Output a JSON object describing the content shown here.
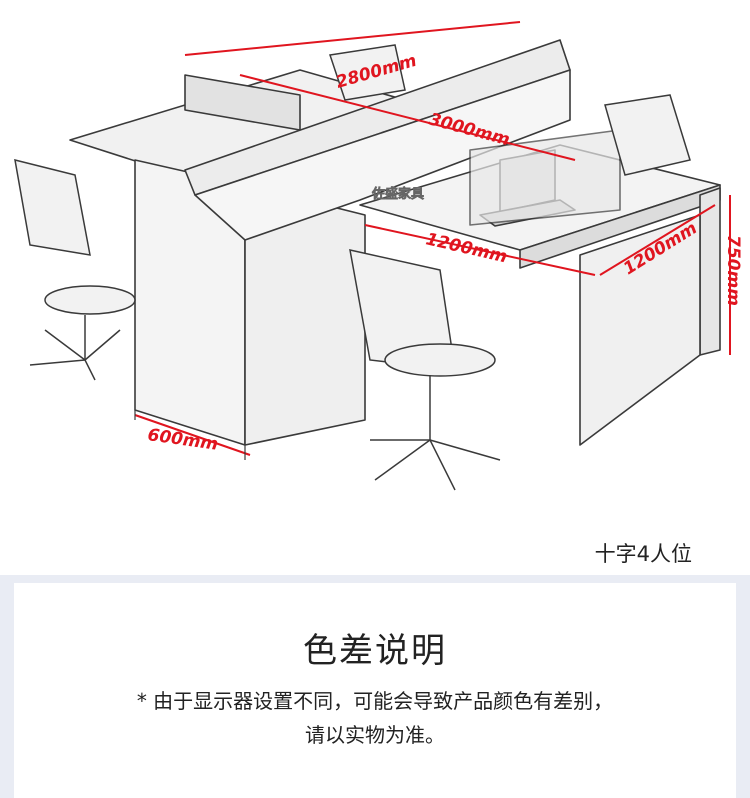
{
  "dimensions": {
    "top_length": "2800mm",
    "diagonal_length": "3000mm",
    "desk_width": "1200mm",
    "desk_depth": "1200mm",
    "desk_height": "750mm",
    "cabinet_depth": "600mm"
  },
  "brand_text": "佐盛家具",
  "caption": "十字4人位",
  "notice": {
    "title": "色差说明",
    "line1": "*  由于显示器设置不同，可能会导致产品颜色有差别，",
    "line2": "请以实物为准。"
  },
  "colors": {
    "dimension_red": "#e0151f",
    "band_bg": "#e9ecf4"
  }
}
